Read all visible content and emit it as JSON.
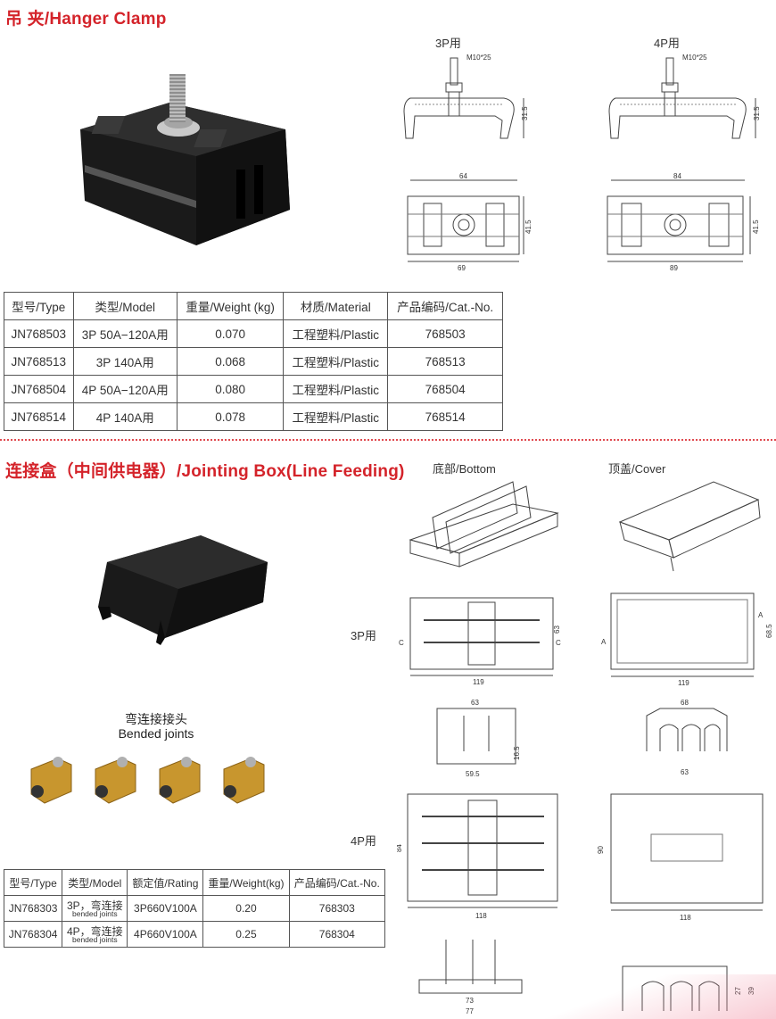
{
  "section1": {
    "title": "吊 夹/Hanger Clamp",
    "drawing_labels": {
      "p3": "3P用",
      "p4": "4P用",
      "bolt": "M10*25"
    },
    "dims": {
      "h": "31.5",
      "w3": "64",
      "w3b": "69",
      "hh": "41.5",
      "w4": "84",
      "w4b": "89"
    },
    "table": {
      "headers": [
        "型号/Type",
        "类型/Model",
        "重量/Weight (kg)",
        "材质/Material",
        "产品编码/Cat.-No."
      ],
      "rows": [
        [
          "JN768503",
          "3P 50A−120A用",
          "0.070",
          "工程塑料/Plastic",
          "768503"
        ],
        [
          "JN768513",
          "3P 140A用",
          "0.068",
          "工程塑料/Plastic",
          "768513"
        ],
        [
          "JN768504",
          "4P 50A−120A用",
          "0.080",
          "工程塑料/Plastic",
          "768504"
        ],
        [
          "JN768514",
          "4P 140A用",
          "0.078",
          "工程塑料/Plastic",
          "768514"
        ]
      ]
    }
  },
  "section2": {
    "title": "连接盒（中间供电器）/Jointing Box(Line Feeding)",
    "bottom_label": "底部/Bottom",
    "cover_label": "顶盖/Cover",
    "p3_label": "3P用",
    "p4_label": "4P用",
    "bended_cn": "弯连接接头",
    "bended_en": "Bended joints",
    "dims": {
      "a": "A",
      "c": "C",
      "d63": "63",
      "d68_5": "68.5",
      "d119": "119",
      "d16_5": "16.5",
      "d59_5": "59.5",
      "d68": "68",
      "d84": "84",
      "d90": "90",
      "d118": "118",
      "d73": "73",
      "d77": "77",
      "d27": "27",
      "d39": "39"
    },
    "table": {
      "headers": [
        "型号/Type",
        "类型/Model",
        "额定值/Rating",
        "重量/Weight(kg)",
        "产品编码/Cat.-No."
      ],
      "rows": [
        {
          "type": "JN768303",
          "model_a": "3P，",
          "model_b": "弯连接",
          "model_c": "bended joints",
          "rating": "3P660V100A",
          "weight": "0.20",
          "cat": "768303"
        },
        {
          "type": "JN768304",
          "model_a": "4P，",
          "model_b": "弯连接",
          "model_c": "bended joints",
          "rating": "4P660V100A",
          "weight": "0.25",
          "cat": "768304"
        }
      ]
    }
  },
  "colors": {
    "accent": "#d4232a",
    "plastic": "#1c1c1c",
    "brass": "#c8962e"
  }
}
